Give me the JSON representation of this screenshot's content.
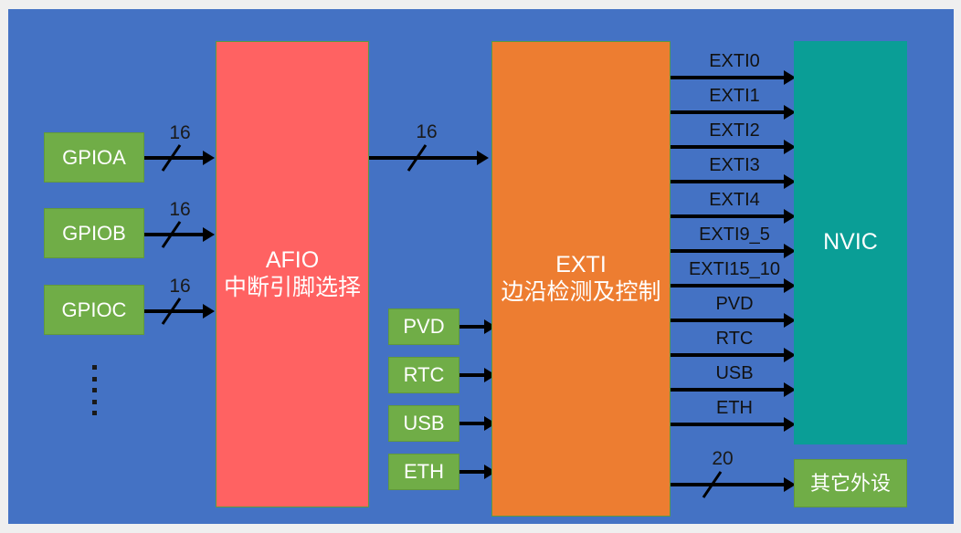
{
  "canvas": {
    "background_color": "#4472c4",
    "frame_color": "#efefef"
  },
  "colors": {
    "green": "#70ad47",
    "red": "#ff6262",
    "orange": "#ed7d31",
    "teal": "#0a9e96",
    "wire": "#000000",
    "label_text": "#111111",
    "box_text": "#ffffff"
  },
  "gpio_sources": [
    {
      "label": "GPIOA",
      "bus_width": "16"
    },
    {
      "label": "GPIOB",
      "bus_width": "16"
    },
    {
      "label": "GPIOC",
      "bus_width": "16"
    }
  ],
  "gpio_more_indicator": "vertical-ellipsis",
  "afio": {
    "title": "AFIO",
    "subtitle": "中断引脚选择"
  },
  "afio_to_exti": {
    "bus_width": "16"
  },
  "peripheral_sources": [
    {
      "label": "PVD"
    },
    {
      "label": "RTC"
    },
    {
      "label": "USB"
    },
    {
      "label": "ETH"
    }
  ],
  "exti": {
    "title": "EXTI",
    "subtitle": "边沿检测及控制"
  },
  "exti_outputs": [
    {
      "label": "EXTI0"
    },
    {
      "label": "EXTI1"
    },
    {
      "label": "EXTI2"
    },
    {
      "label": "EXTI3"
    },
    {
      "label": "EXTI4"
    },
    {
      "label": "EXTI9_5"
    },
    {
      "label": "EXTI15_10"
    },
    {
      "label": "PVD"
    },
    {
      "label": "RTC"
    },
    {
      "label": "USB"
    },
    {
      "label": "ETH"
    }
  ],
  "nvic": {
    "title": "NVIC"
  },
  "other_peripherals": {
    "title": "其它外设",
    "bus_width": "20"
  }
}
